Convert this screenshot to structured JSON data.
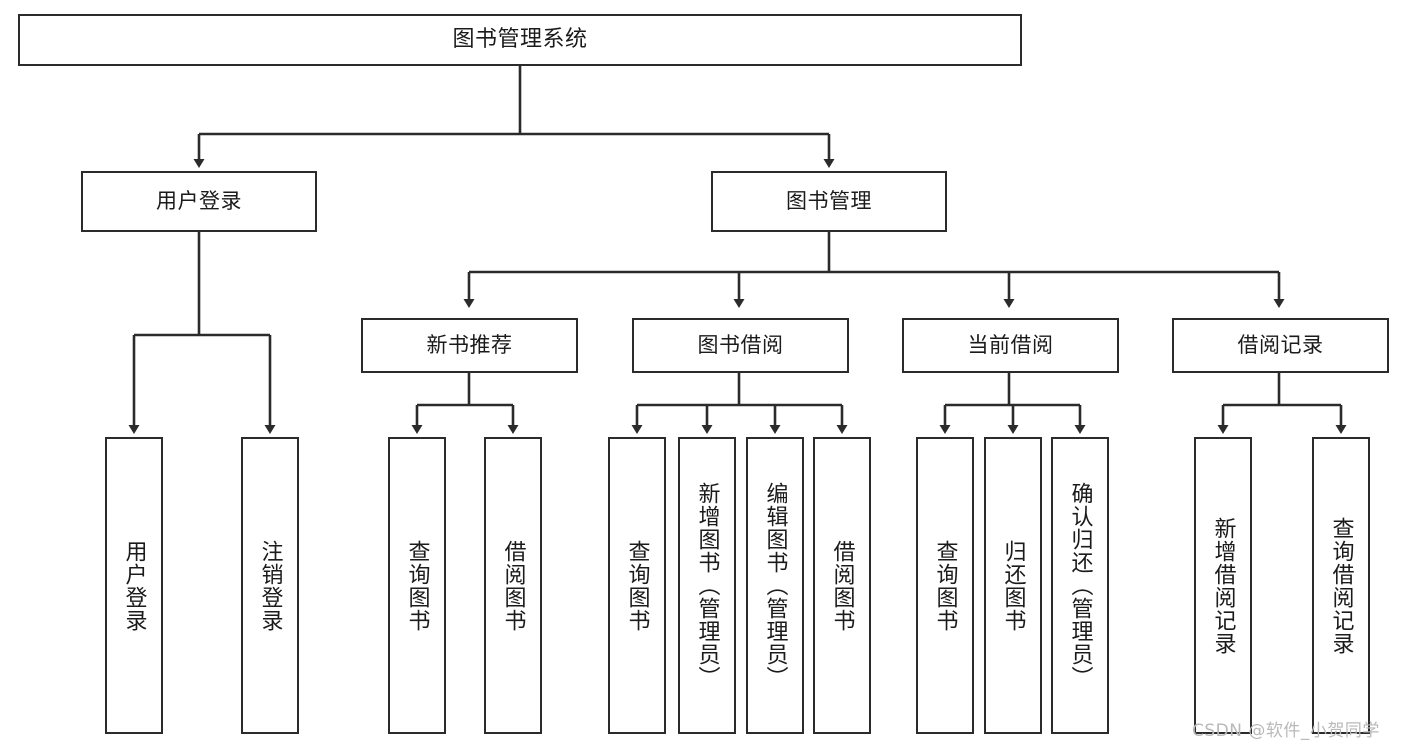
{
  "diagram": {
    "title": "图书管理系统",
    "type": "hierarchy-tree",
    "root": {
      "label": "图书管理系统"
    },
    "level2": [
      {
        "label": "用户登录"
      },
      {
        "label": "图书管理"
      }
    ],
    "level3": [
      {
        "label": "新书推荐"
      },
      {
        "label": "图书借阅"
      },
      {
        "label": "当前借阅"
      },
      {
        "label": "借阅记录"
      }
    ],
    "leaves": {
      "user_login": [
        {
          "label": "用户登录"
        },
        {
          "label": "注销登录"
        }
      ],
      "new_book_recommend": [
        {
          "label": "查询图书"
        },
        {
          "label": "借阅图书"
        }
      ],
      "book_borrow": [
        {
          "label": "查询图书"
        },
        {
          "label": "新增图书（管理员）"
        },
        {
          "label": "编辑图书（管理员）"
        },
        {
          "label": "借阅图书"
        }
      ],
      "current_borrow": [
        {
          "label": "查询图书"
        },
        {
          "label": "归还图书"
        },
        {
          "label": "确认归还（管理员）"
        }
      ],
      "borrow_record": [
        {
          "label": "新增借阅记录"
        },
        {
          "label": "查询借阅记录"
        }
      ]
    }
  },
  "watermark": {
    "text": "CSDN @软件_小贺同学"
  },
  "colors": {
    "stroke": "#2b2b2b",
    "background": "#ffffff",
    "text": "#1b1b1b",
    "watermark": "#b9b9b9"
  }
}
